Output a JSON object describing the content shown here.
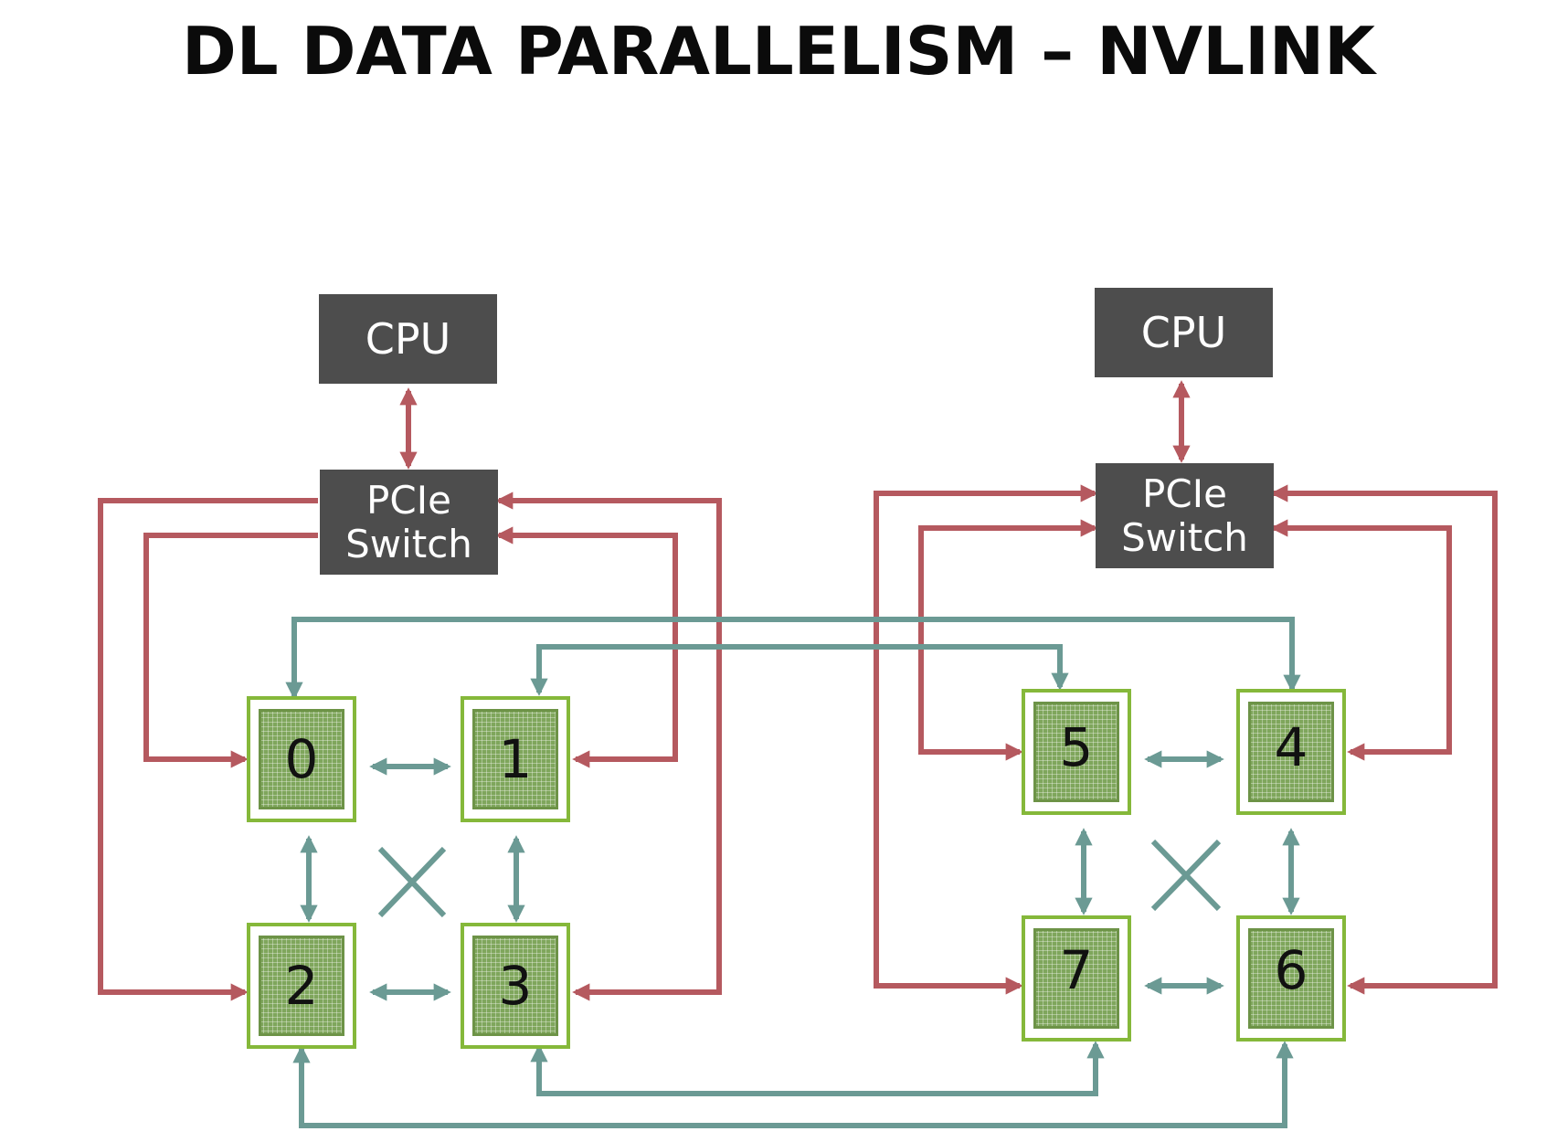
{
  "title": "DL DATA PARALLELISM – NVLINK",
  "left_node": {
    "cpu_label": "CPU",
    "switch_line1": "PCIe",
    "switch_line2": "Switch",
    "gpus": [
      "0",
      "1",
      "2",
      "3"
    ]
  },
  "right_node": {
    "cpu_label": "CPU",
    "switch_line1": "PCIe",
    "switch_line2": "Switch",
    "gpus": [
      "5",
      "4",
      "7",
      "6"
    ]
  },
  "colors": {
    "pcie_link": "#b5595f",
    "nvlink": "#6b9a94",
    "gpu_border": "#85b83a",
    "box_fill": "#4d4d4d"
  }
}
